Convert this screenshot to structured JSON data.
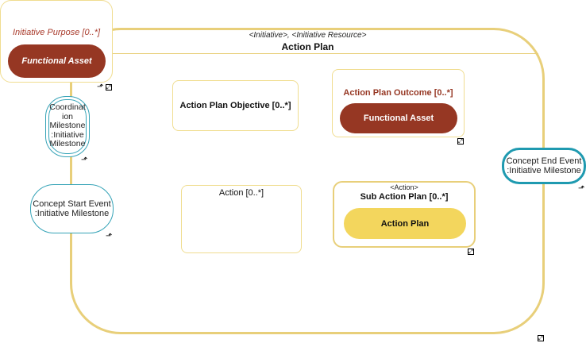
{
  "outer": {
    "stereotype": "<Initiative>, <Initiative Resource>",
    "title": "Action Plan"
  },
  "initiative_purpose": {
    "label": "Initiative Purpose [0..*]",
    "asset": "Functional Asset"
  },
  "objective": {
    "label": "Action Plan Objective [0..*]"
  },
  "outcome": {
    "label": "Action Plan Outcome [0..*]",
    "asset": "Functional Asset"
  },
  "action": {
    "label": "Action [0..*]"
  },
  "sub_action_plan": {
    "stereotype": "<Action>",
    "title": "Sub Action Plan [0..*]",
    "inner": "Action Plan"
  },
  "milestones": {
    "coordination": "Coordinat ion Milestone :Initiative Milestone",
    "start": "Concept Start Event :Initiative Milestone",
    "end": "Concept End Event :Initiative Milestone"
  },
  "icons": {
    "link": "link-arrow-icon",
    "expand": "expand-square-icon"
  },
  "colors": {
    "outline_gold": "#e8cf7a",
    "asset_brown": "#963723",
    "action_plan_yellow": "#f3d65d",
    "milestone_teal": "#35a3b7"
  }
}
